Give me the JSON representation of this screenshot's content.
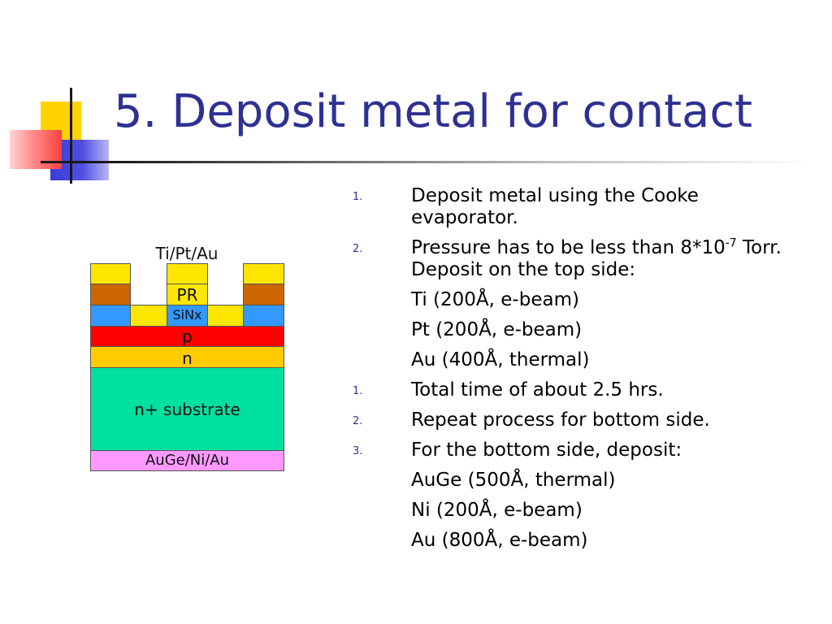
{
  "title": "5.  Deposit metal for contact",
  "diagram": {
    "top_label": "Ti/Pt/Au",
    "pr_label": "PR",
    "sinx_label": "SiNx",
    "p_label": "p",
    "n_label": "n",
    "substrate_label": "n+ substrate",
    "bottom_label": "AuGe/Ni/Au",
    "colors": {
      "metal": "#ffe600",
      "pr": "#cc6600",
      "sinx": "#3399ff",
      "p": "#ff0000",
      "n": "#ffcc00",
      "substrate": "#00e0a0",
      "backside": "#ff99ff"
    }
  },
  "list": [
    {
      "num": "1.",
      "text": "Deposit metal using the Cooke evaporator."
    },
    {
      "num": "2.",
      "text_main": "Pressure has to be less than 8*10",
      "text_sup": "-7",
      "text_tail": " Torr. Deposit on the top side:"
    },
    {
      "sub": "Ti (200Å, e-beam)"
    },
    {
      "sub": "Pt (200Å, e-beam)"
    },
    {
      "sub": "Au (400Å, thermal)"
    },
    {
      "num": "1.",
      "text": "Total time of about 2.5 hrs."
    },
    {
      "num": "2.",
      "text": "Repeat process for bottom side."
    },
    {
      "num": "3.",
      "text": "For the bottom side, deposit:"
    },
    {
      "sub": "AuGe (500Å, thermal)"
    },
    {
      "sub": "Ni (200Å, e-beam)"
    },
    {
      "sub": "Au (800Å, e-beam)"
    }
  ]
}
